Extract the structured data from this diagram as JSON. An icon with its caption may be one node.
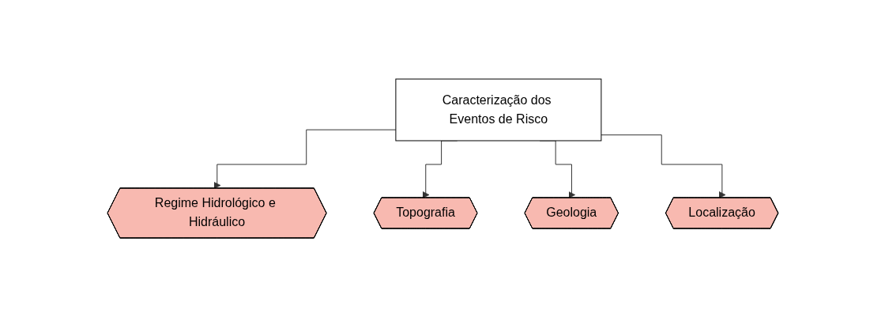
{
  "diagram": {
    "nodes": [
      {
        "text": [
          "Caracterização dos Eventos de Risco"
        ]
      },
      {
        "text": [
          "Regime Hidrológico e Hidráulico"
        ]
      },
      {
        "text": [
          "Topografia"
        ]
      },
      {
        "text": [
          "Geologia"
        ]
      },
      {
        "text": [
          "Localização"
        ]
      }
    ],
    "edges": [
      {
        "from": 0,
        "to": 1,
        "arrow": "to"
      },
      {
        "from": 0,
        "to": 2,
        "arrow": "to"
      },
      {
        "from": 0,
        "to": 3,
        "arrow": "to"
      },
      {
        "from": 0,
        "to": 4,
        "arrow": "to"
      }
    ]
  }
}
